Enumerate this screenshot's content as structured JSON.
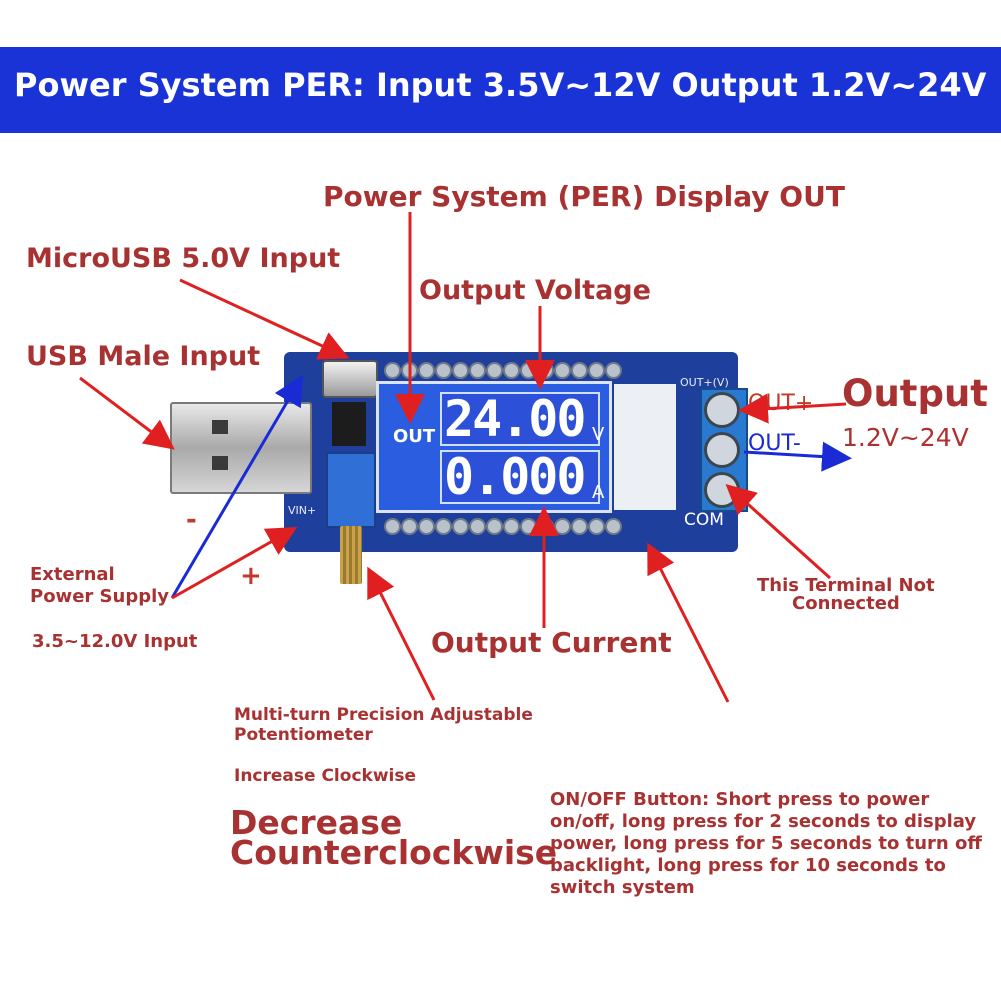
{
  "title": "Power System PER: Input 3.5V~12V Output 1.2V~24V",
  "labels": {
    "display_out": "Power System (PER) Display OUT",
    "microusb": "MicroUSB 5.0V Input",
    "output_voltage": "Output Voltage",
    "usb_male": "USB Male Input",
    "output": "Output",
    "output_range": "1.2V~24V",
    "minus": "-",
    "plus": "+",
    "external_power_line1": "External",
    "external_power_line2": "Power Supply",
    "external_input": "3.5~12.0V Input",
    "terminal_nc_line1": "This Terminal Not",
    "terminal_nc_line2": "Connected",
    "output_current": "Output Current",
    "pot_line1": "Multi-turn Precision Adjustable",
    "pot_line2": "Potentiometer",
    "increase": "Increase Clockwise",
    "decrease_line1": "Decrease",
    "decrease_line2": "Counterclockwise",
    "onoff_line1": "ON/OFF Button: Short press to power",
    "onoff_line2": "on/off, long press for 2 seconds to display",
    "onoff_line3": "power, long press for 5 seconds to turn off",
    "onoff_line4": "backlight, long press for 10 seconds to",
    "onoff_line5": "switch system"
  },
  "board": {
    "lcd_out": "OUT",
    "voltage_reading": "24.00",
    "voltage_unit": "V",
    "current_reading": "0.000",
    "current_unit": "A",
    "out_plus": "OUT+",
    "out_minus": "OUT-",
    "com": "COM",
    "silk_out": "OUT+(V)",
    "silk_vin": "VIN+"
  },
  "colors": {
    "banner": "#1a33d6",
    "label_red": "#a83232",
    "arrow_red": "#e02020",
    "arrow_blue": "#1a2bd6",
    "board_blue": "#1e3f9c",
    "lcd_blue": "#2b5de0"
  }
}
